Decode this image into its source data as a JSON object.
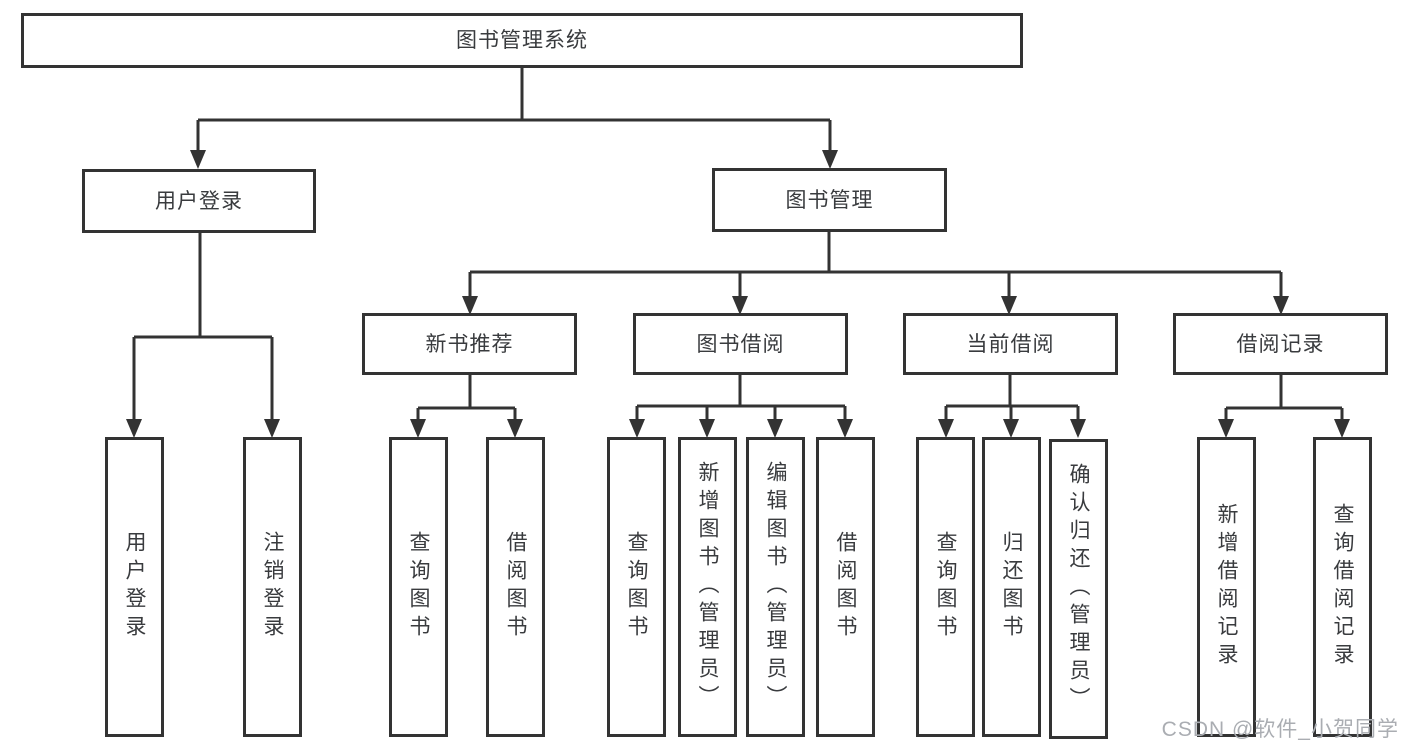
{
  "diagram": {
    "root": {
      "label": "图书管理系统"
    },
    "level2": [
      {
        "label": "用户登录"
      },
      {
        "label": "图书管理"
      }
    ],
    "level3": [
      {
        "label": "新书推荐"
      },
      {
        "label": "图书借阅"
      },
      {
        "label": "当前借阅"
      },
      {
        "label": "借阅记录"
      }
    ],
    "leaves": [
      {
        "label": "用户登录"
      },
      {
        "label": "注销登录"
      },
      {
        "label": "查询图书"
      },
      {
        "label": "借阅图书"
      },
      {
        "label": "查询图书"
      },
      {
        "label": "新增图书（管理员）"
      },
      {
        "label": "编辑图书（管理员）"
      },
      {
        "label": "借阅图书"
      },
      {
        "label": "查询图书"
      },
      {
        "label": "归还图书"
      },
      {
        "label": "确认归还（管理员）"
      },
      {
        "label": "新增借阅记录"
      },
      {
        "label": "查询借阅记录"
      }
    ]
  },
  "watermark": {
    "text": "CSDN @软件_小贺同学"
  },
  "colors": {
    "line": "#333333",
    "box_border": "#333333",
    "text": "#393b3e",
    "watermark": "#aaadb2",
    "background": "#ffffff"
  }
}
